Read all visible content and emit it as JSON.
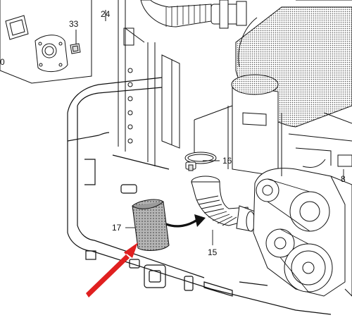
{
  "callouts": {
    "c0": "0",
    "c8": "8",
    "c15": "15",
    "c16": "16",
    "c17": "17",
    "c24": "24",
    "c33": "33"
  },
  "colors": {
    "line": "#111111",
    "arrow": "#e02020",
    "hatch": "#777777",
    "filter": "#9a9a9a"
  }
}
